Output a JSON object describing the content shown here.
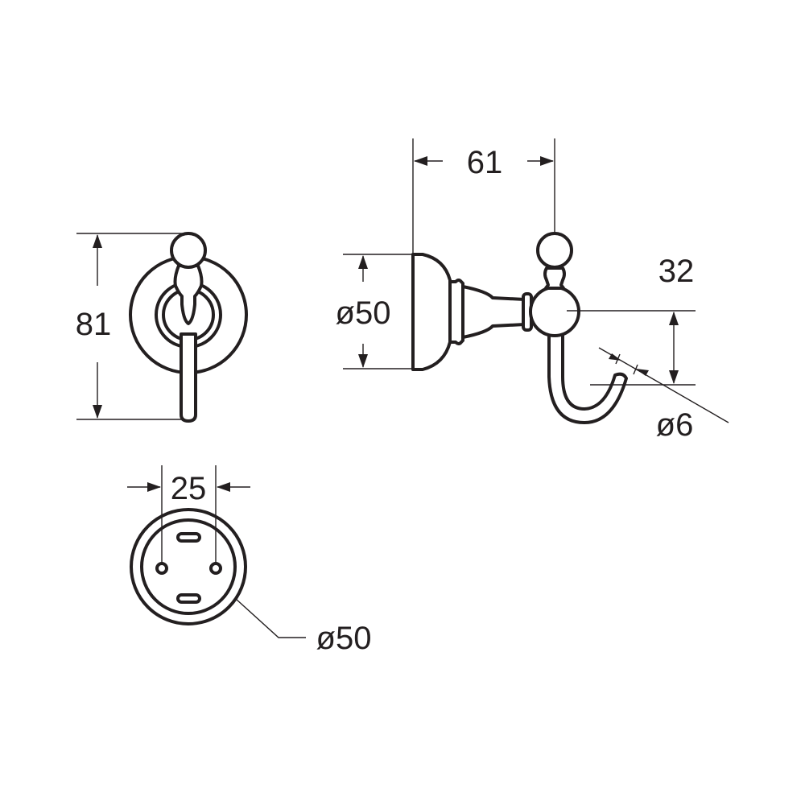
{
  "front_view": {
    "height_label": "81"
  },
  "side_view": {
    "depth_label": "61",
    "base_diameter_label": "ø50",
    "hook_offset_label": "32",
    "rod_diameter_label": "ø6"
  },
  "base_view": {
    "hole_spacing_label": "25",
    "base_diameter_label": "ø50"
  },
  "colors": {
    "line": "#231f20",
    "background": "#ffffff"
  }
}
